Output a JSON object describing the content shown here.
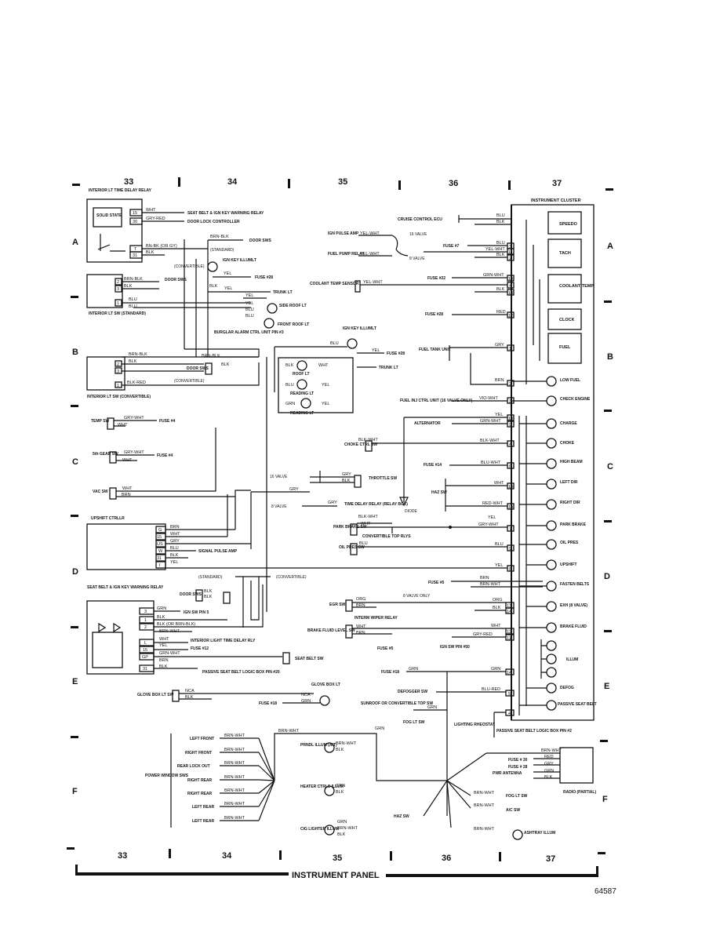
{
  "grid": {
    "top_columns": [
      "33",
      "34",
      "35",
      "36",
      "37"
    ],
    "bottom_columns": [
      "33",
      "34",
      "35",
      "36",
      "37"
    ],
    "left_rows": [
      "A",
      "B",
      "C",
      "D",
      "E",
      "F"
    ],
    "right_rows": [
      "A",
      "B",
      "C",
      "D",
      "E",
      "F"
    ]
  },
  "footer": {
    "title": "INSTRUMENT PANEL",
    "figure_number": "64587"
  },
  "components": {
    "interior_lt_time_delay_relay": "INTERIOR LT TIME DELAY RELAY",
    "solid_state": "SOLID STATE",
    "seat_belt_warning_relay_dest": "SEAT BELT & IGN KEY WARNING RELAY",
    "door_lock_controller": "DOOR LOCK CONTROLLER",
    "door_sws": "DOOR SWS",
    "standard": "(STANDARD)",
    "convertible": "(CONVERTIBLE)",
    "ign_key_illum_1": "IGN KEY ILLUMLT",
    "fuse_28": "FUSE #28",
    "trunk_lt": "TRUNK LT",
    "side_roof_lt": "SIDE ROOF LT",
    "front_roof_lt": "FRONT ROOF LT",
    "interior_lt_sw_standard": "INTERIOR LT SW (STANDARD)",
    "burglar_alarm": "BURGLAR ALARM CTRL UNIT PIN #3",
    "ign_key_illum_2": "IGN KEY ILLUMLT",
    "roof_lt": "ROOF LT",
    "reading_lt_1": "READING LT",
    "reading_lt_2": "READING LT",
    "interior_lt_sw_convertible": "INTERIOR LT SW (CONVERTIBLE)",
    "temp_sw": "TEMP SW",
    "fuse_4": "FUSE #4",
    "fifth_gear_sw": "5th GEAR SW",
    "vac_sw": "VAC SW",
    "upshift_ctrl": "UPSHIFT CTRLLR",
    "signal_pulse_amp": "SIGNAL PULSE AMP",
    "seat_belt_relay": "SEAT BELT & IGN KEY WARNING RELAY",
    "ign_sw_pin5": "IGN SW PIN 5",
    "interior_light_time_delay_rly": "INTERIOR LIGHT TIME DELAY RLY",
    "fuse_12": "FUSE #12",
    "seat_belt_sw": "SEAT BELT SW",
    "passive_seat_belt_logic": "PASSIVE SEAT BELT LOGIC BOX PIN #20",
    "glove_box_lt_sw": "GLOVE BOX LT SW",
    "glove_box_lt": "GLOVE BOX LT",
    "fuse_18": "FUSE #18",
    "power_window_sws": "POWER WINDOW SWS",
    "pw_left_front": "LEFT FRONT",
    "pw_right_front": "RIGHT FRONT",
    "pw_rear_lock_out": "REAR LOCK OUT",
    "pw_right_rear_1": "RIGHT REAR",
    "pw_right_rear_2": "RIGHT REAR",
    "pw_left_rear_1": "LEFT REAR",
    "pw_left_rear_2": "LEFT REAR",
    "cruise_control_ecu": "CRUISE CONTROL ECU",
    "ign_pulse_amp": "IGN PULSE AMP",
    "fuel_pump_relay": "FUEL PUMP RELAY",
    "valve16": "16 VALVE",
    "valve8": "8 VALVE",
    "fuse_7": "FUSE #7",
    "coolant_temp_sensor": "COOLANT TEMP SENSOR",
    "fuse_22": "FUSE #22",
    "fuse_28b": "FUSE #28",
    "fuel_tank_unit": "FUEL TANK UNIT",
    "fuel_inj_ctrl": "FUEL INJ CTRL UNIT (16 VALVE ONLY)",
    "alternator": "ALTERNATOR",
    "choke_ctrl_sw": "CHOKE CTRL SW",
    "fuse_14": "FUSE #14",
    "haz_sw": "HAZ SW",
    "throttle_sw": "THROTTLE SW",
    "time_delay_relay": "TIME DELAY RELAY (RELAY BOX)",
    "diode": "DIODE",
    "park_brake_sw": "PARK BRAKE SW",
    "convertible_top_rlys": "CONVERTIBLE TOP RLYS",
    "oil_pres_sw": "OIL PRES SW",
    "fuse_5": "FUSE #5",
    "egr_sw": "EGR SW",
    "interm_wiper_relay": "INTERM WIPER RELAY",
    "brake_fluid_level_sw": "BRAKE FLUID LEVEL SW",
    "fuse_5b": "FUSE #5",
    "ign_sw_pin50": "IGN SW PIN #50",
    "fuse_18b": "FUSE #18",
    "defogger_sw": "DEFOGGER SW",
    "sunroof_convertible": "SUNROOF OR CONVERTIBLE TOP SW",
    "fog_lt_sw": "FOG LT SW",
    "lighting_rheostat": "LIGHTING RHEOSTAT",
    "passive_seat_belt_pin2": "PASSIVE SEAT BELT LOGIC BOX PIN #2",
    "pindl_illum": "PRNDL ILLUM (A/T)",
    "heater_ctrls_illum": "HEATER CTRLS ILLUM",
    "cig_lighter_illum": "CIG LIGHTER ILLUM",
    "haz_sw_b": "HAZ SW",
    "fog_lt_sw_b": "FOG LT SW",
    "ac_sw": "A/C SW",
    "ashtray_illum": "ASHTRAY ILLUM",
    "fuse_30": "FUSE # 30",
    "fuse_28c": "FUSE # 28",
    "pwr_antenna": "PWR ANTENNA",
    "radio": "RADIO (PARTIAL)"
  },
  "cluster": {
    "title": "INSTRUMENT CLUSTER",
    "items": [
      "SPEEDO",
      "TACH",
      "COOLANT TEMP",
      "CLOCK",
      "FUEL",
      "LOW FUEL",
      "CHECK ENGINE",
      "CHARGE",
      "CHOKE",
      "HIGH BEAM",
      "LEFT DIR",
      "RIGHT DIR",
      "PARK BRAKE",
      "OIL PRES",
      "UPSHIFT",
      "FASTEN BELTS",
      "EXH (8 VALVE)",
      "BRAKE FLUID",
      "ILLUM",
      "DEFOG",
      "PASSIVE SEAT BELT"
    ]
  },
  "wires": {
    "wht": "WHT",
    "gry_red": "GRY-RED",
    "brn_blk": "BRN-BLK",
    "blk": "BLK",
    "bk_or_gy": "BN-BK (OR GY)",
    "yel": "YEL",
    "blu": "BLU",
    "gry": "GRY",
    "blk_red": "BLK-RED",
    "gry_wht": "GRY-WHT",
    "brn": "BRN",
    "grn": "GRN",
    "blk_or_brn_blk": "BLK (OR BRN-BLK)",
    "brn_wht": "BRN-WHT",
    "grn_wht": "GRN-WHT",
    "nca": "NCA",
    "yel_wht": "YEL-WHT",
    "red": "RED",
    "vio_wht": "VIO-WHT",
    "blk_wht": "BLK-WHT",
    "blu_wht": "BLU-WHT",
    "red_wht": "RED-WHT",
    "org": "ORG",
    "gry_red2": "GRY-RED",
    "blu_red": "BLU-RED",
    "ground": "BLK"
  },
  "pins": {
    "relay_15": "15",
    "relay_30": "30",
    "relay_t": "T",
    "relay_31": "31",
    "sw_2": "2",
    "sw_3": "3",
    "sw_1": "1",
    "up_g": "G",
    "up_15": "15",
    "up_us": "US",
    "up_w": "W",
    "up_31": "31",
    "up_i": "I",
    "sb_3": "3",
    "sb_1": "1",
    "sb_2": "2",
    "sb_l": "L",
    "sb_15": "15",
    "sb_gp": "GP",
    "sb_31": "31",
    "c1": "1",
    "c3": "3",
    "c11": "11",
    "c2": "2",
    "c10": "10",
    "c4": "4",
    "c14": "14",
    "c12": "12",
    "c9": "9",
    "c6": "6",
    "c13": "13",
    "c7": "7",
    "c8": "8",
    "c5": "5"
  },
  "notes": {
    "valve8_only": "8 VALVE ONLY",
    "standard": "(STANDARD)",
    "convertible": "(CONVERTIBLE)"
  }
}
